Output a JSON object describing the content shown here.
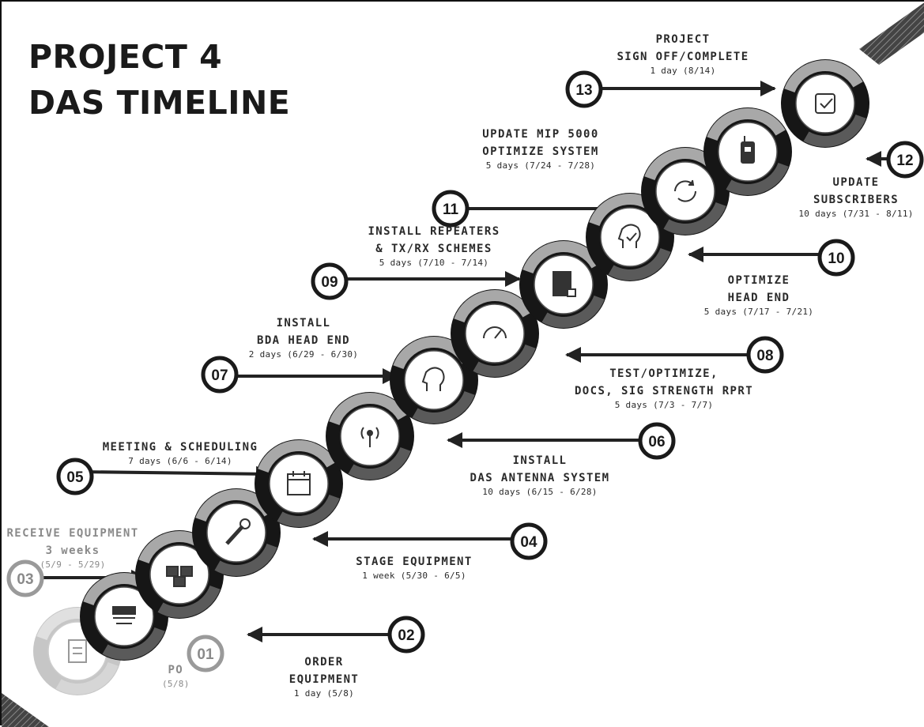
{
  "title": {
    "line1": "PROJECT 4",
    "line2": "DAS TIMELINE"
  },
  "steps": [
    {
      "number": "01",
      "title": [
        "PO"
      ],
      "duration": "(5/8)"
    },
    {
      "number": "02",
      "title": [
        "ORDER",
        "EQUIPMENT"
      ],
      "duration": "1 day (5/8)"
    },
    {
      "number": "03",
      "title": [
        "RECEIVE EQUIPMENT",
        "3 weeks"
      ],
      "duration": "(5/9 - 5/29)"
    },
    {
      "number": "04",
      "title": [
        "STAGE EQUIPMENT"
      ],
      "duration": "1 week (5/30 - 6/5)"
    },
    {
      "number": "05",
      "title": [
        "MEETING & SCHEDULING"
      ],
      "duration": "7 days (6/6 - 6/14)"
    },
    {
      "number": "06",
      "title": [
        "INSTALL",
        "DAS ANTENNA SYSTEM"
      ],
      "duration": "10 days (6/15 - 6/28)"
    },
    {
      "number": "07",
      "title": [
        "INSTALL",
        "BDA HEAD END"
      ],
      "duration": "2 days (6/29 - 6/30)"
    },
    {
      "number": "08",
      "title": [
        "TEST/OPTIMIZE,",
        "DOCS, SIG STRENGTH RPRT"
      ],
      "duration": "5 days (7/3 - 7/7)"
    },
    {
      "number": "09",
      "title": [
        "INSTALL REPEATERS",
        "& TX/RX SCHEMES"
      ],
      "duration": "5 days (7/10 - 7/14)"
    },
    {
      "number": "10",
      "title": [
        "OPTIMIZE",
        "HEAD END"
      ],
      "duration": "5 days (7/17 - 7/21)"
    },
    {
      "number": "11",
      "title": [
        "UPDATE MIP 5000",
        "OPTIMIZE SYSTEM"
      ],
      "duration": "5 days (7/24 - 7/28)"
    },
    {
      "number": "12",
      "title": [
        "UPDATE",
        "SUBSCRIBERS"
      ],
      "duration": "10 days (7/31 - 8/11)"
    },
    {
      "number": "13",
      "title": [
        "PROJECT",
        "SIGN OFF/COMPLETE"
      ],
      "duration": "1 day (8/14)"
    }
  ],
  "icons": [
    "document-icon",
    "purchase-order-icon",
    "boxes-icon",
    "wrench-icon",
    "calendar-icon",
    "antenna-icon",
    "head-gear-icon",
    "gauge-icon",
    "server-rack-icon",
    "head-check-icon",
    "refresh-icon",
    "radio-icon",
    "checkbox-icon"
  ],
  "colors": {
    "dark": "#161616",
    "mid": "#5a5a5a",
    "light": "#a8a8a8",
    "faded": "#c6c6c6",
    "text": "#2a2a2a"
  }
}
